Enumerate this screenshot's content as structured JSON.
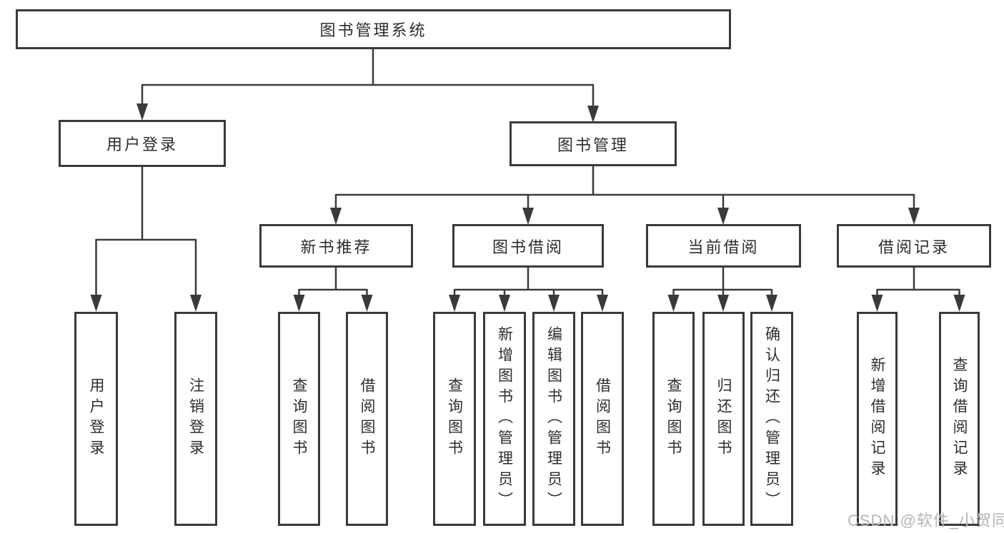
{
  "tree": {
    "label": "图书管理系统",
    "children": [
      {
        "label": "用户登录",
        "children": [
          {
            "label": "用户登录"
          },
          {
            "label": "注销登录"
          }
        ]
      },
      {
        "label": "图书管理",
        "children": [
          {
            "label": "新书推荐",
            "children": [
              {
                "label": "查询图书"
              },
              {
                "label": "借阅图书"
              }
            ]
          },
          {
            "label": "图书借阅",
            "children": [
              {
                "label": "查询图书"
              },
              {
                "label": "新增图书（管理员）"
              },
              {
                "label": "编辑图书（管理员）"
              },
              {
                "label": "借阅图书"
              }
            ]
          },
          {
            "label": "当前借阅",
            "children": [
              {
                "label": "查询图书"
              },
              {
                "label": "归还图书"
              },
              {
                "label": "确认归还（管理员）"
              }
            ]
          },
          {
            "label": "借阅记录",
            "children": [
              {
                "label": "新增借阅记录"
              },
              {
                "label": "查询借阅记录"
              }
            ]
          }
        ]
      }
    ]
  },
  "watermark": {
    "text": "CSDN @软件_小贺同学"
  },
  "colors": {
    "line": "#3a3a3a",
    "box_border": "#3a3a3a",
    "text": "#2d2d30",
    "background": "#ffffff",
    "watermark": "#b5b5b5"
  }
}
